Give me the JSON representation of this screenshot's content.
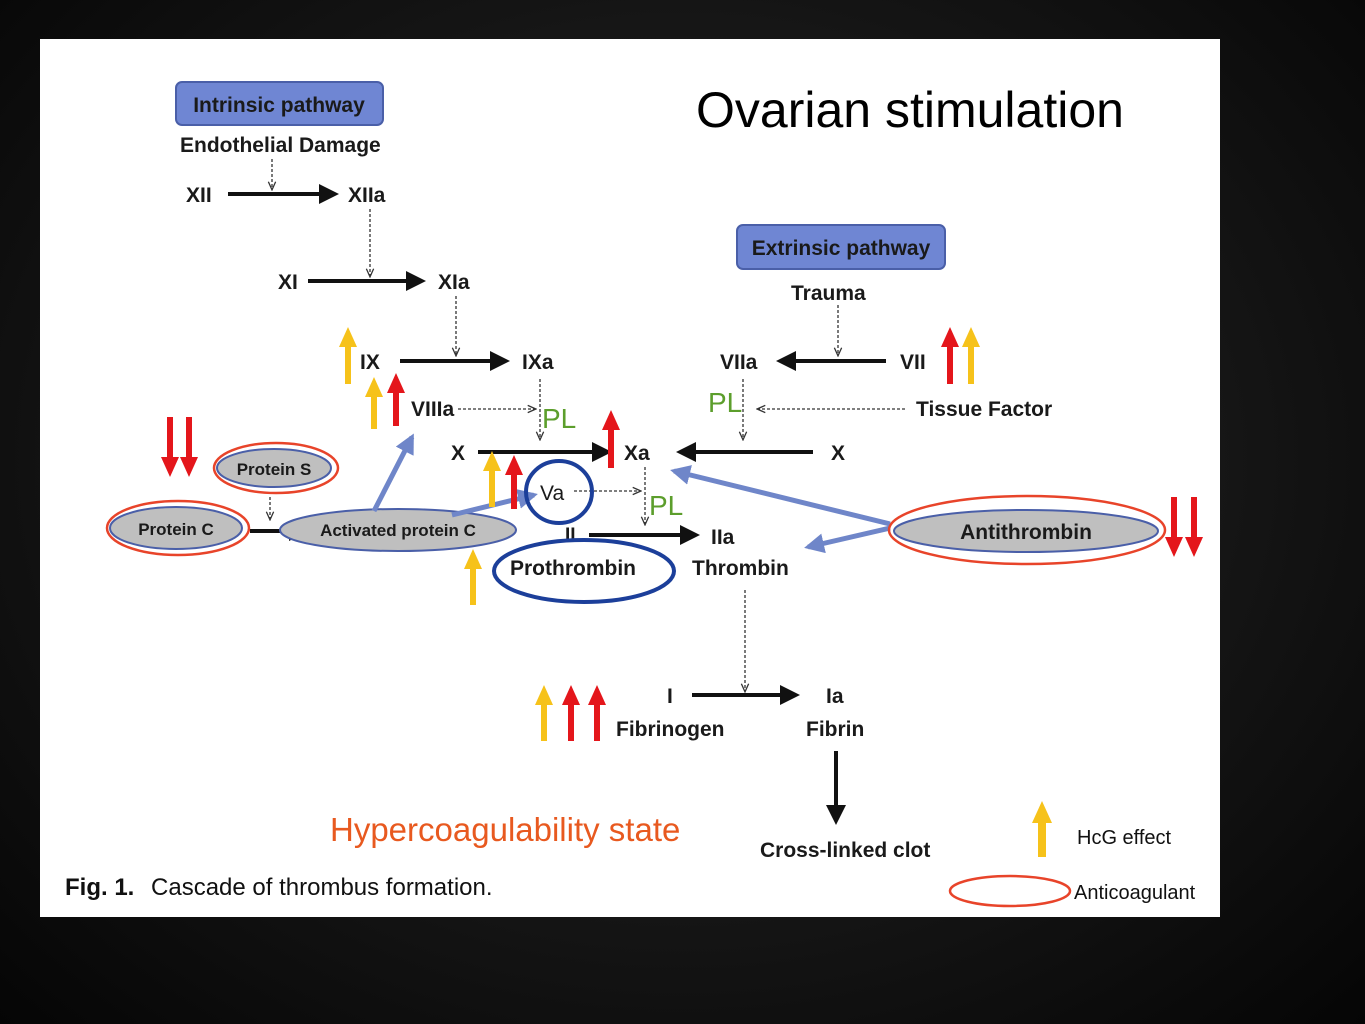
{
  "title": "Ovarian stimulation",
  "subtitle": "Hypercoagulability state",
  "caption": {
    "prefix": "Fig. 1.",
    "text": "Cascade of thrombus formation."
  },
  "intrinsic": {
    "header": "Intrinsic pathway",
    "trigger": "Endothelial Damage"
  },
  "extrinsic": {
    "header": "Extrinsic pathway",
    "trigger": "Trauma"
  },
  "factors": {
    "xii": "XII",
    "xiia": "XIIa",
    "xi": "XI",
    "xia": "XIa",
    "ix": "IX",
    "ixa": "IXa",
    "viia": "VIIa",
    "vii": "VII",
    "viiia": "VIIIa",
    "tissue_factor": "Tissue Factor",
    "x_left": "X",
    "xa": "Xa",
    "x_right": "X",
    "va": "Va",
    "ii": "II",
    "iia": "IIa",
    "prothrombin": "Prothrombin",
    "thrombin": "Thrombin",
    "i": "I",
    "ia": "Ia",
    "fibrinogen": "Fibrinogen",
    "fibrin": "Fibrin",
    "clot": "Cross-linked clot"
  },
  "anticoagulants": {
    "protein_s": "Protein S",
    "protein_c": "Protein C",
    "activated_protein_c": "Activated protein C",
    "antithrombin": "Antithrombin"
  },
  "pl_labels": [
    "PL",
    "PL",
    "PL"
  ],
  "legend": {
    "hcg_effect": "HcG effect",
    "anticoagulant": "Anticoagulant"
  },
  "colors": {
    "pill_blue": "#6f86d3",
    "pill_gray": "#bfbfbf",
    "hcg_arrow": "#f6c21a",
    "red_arrow": "#e4161b",
    "anticoag_ring": "#e8442a",
    "focus_ring": "#1c3f9a",
    "inhibit_arrow": "#6f86c9",
    "pl_green": "#5c9e2c",
    "hyper_orange": "#e8591f"
  }
}
